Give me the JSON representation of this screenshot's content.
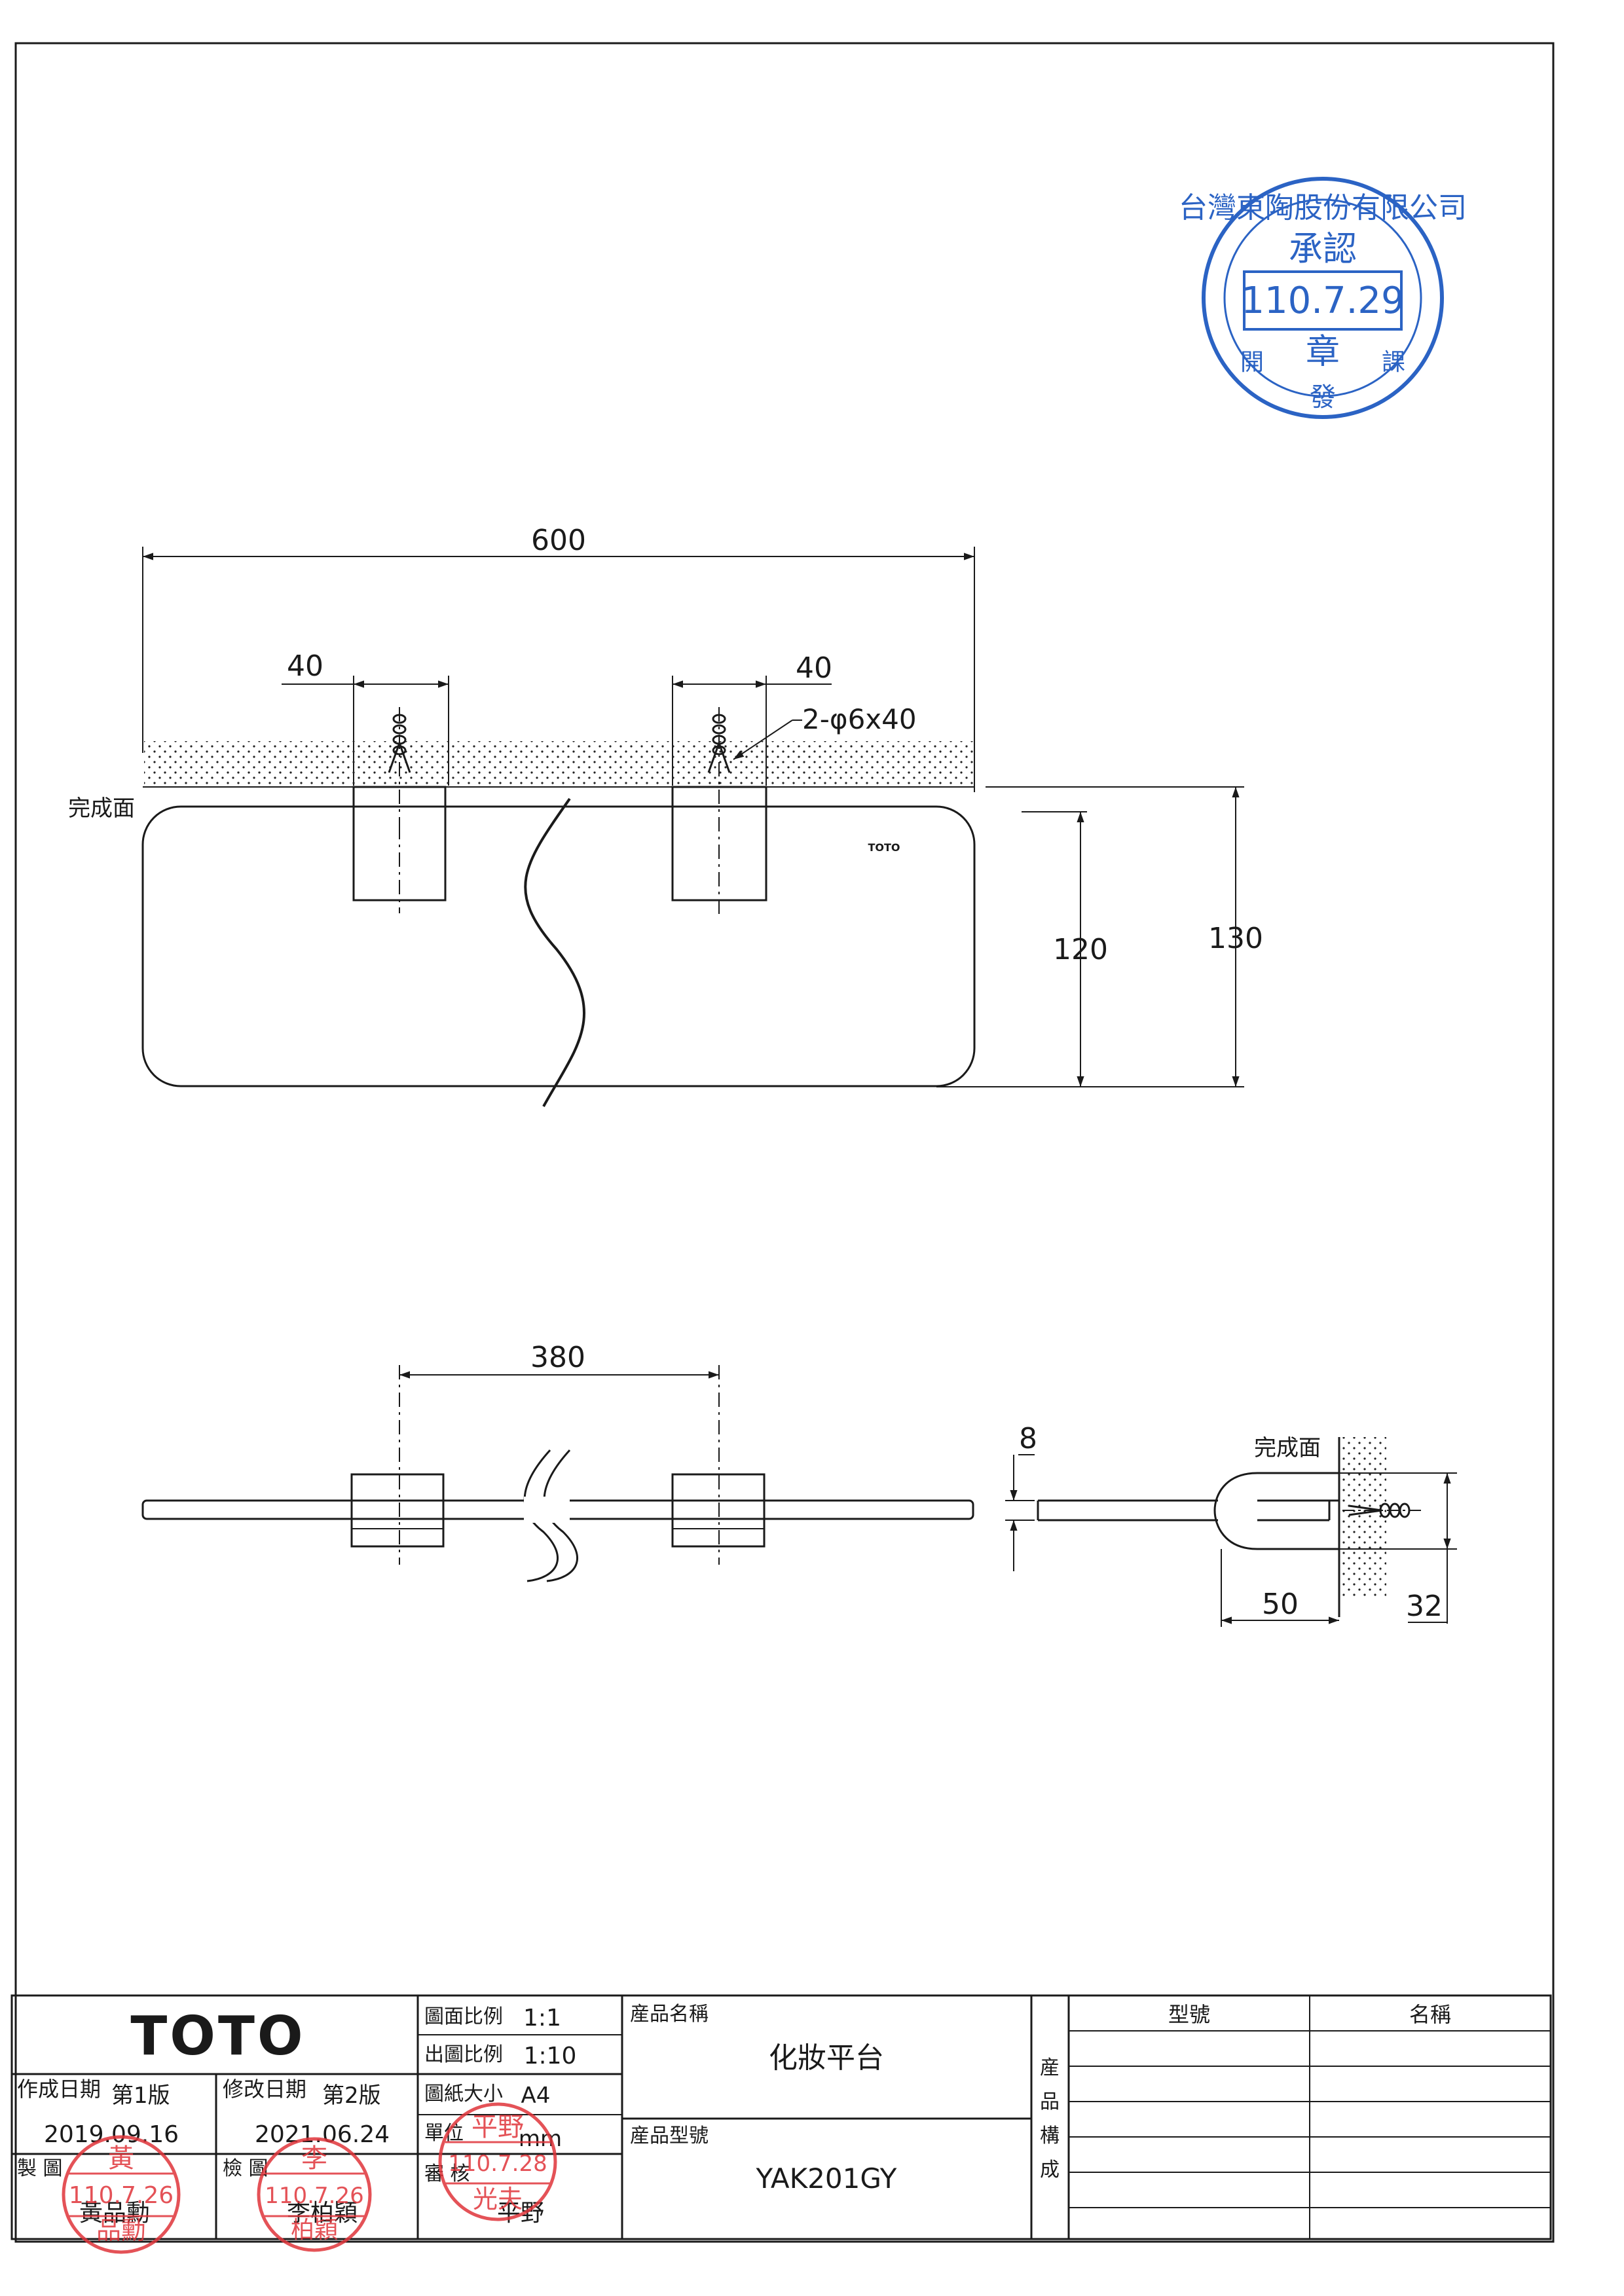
{
  "stamp_approval": {
    "company": "台灣東陶股份有限公司",
    "title": "承認",
    "date": "110.7.29",
    "center": "章",
    "bottom": "發",
    "left": "開",
    "right": "課"
  },
  "dims": {
    "width": "600",
    "bracket_left": "40",
    "bracket_right": "40",
    "anchor": "2-φ6x40",
    "finish_surface": "完成面",
    "brand_mark": "TOTO",
    "h120": "120",
    "h130": "130",
    "spacing": "380",
    "thickness": "8",
    "depth": "50",
    "bracket_h": "32"
  },
  "title_block": {
    "logo": "TOTO",
    "scale_label": "圖面比例",
    "scale_value": "1:1",
    "out_scale_label": "出圖比例",
    "out_scale_value": "1:10",
    "paper_label": "圖紙大小",
    "paper_value": "A4",
    "unit_label": "單位",
    "unit_value": "mm",
    "created_label": "作成日期",
    "created_version": "第1版",
    "created_date": "2019.09.16",
    "modified_label": "修改日期",
    "modified_version": "第2版",
    "modified_date": "2021.06.24",
    "drawn_label": "製 圖",
    "drawn_name": "黃品勳",
    "checked_label": "檢 圖",
    "checked_name": "李柏穎",
    "approved_label": "審 核",
    "approved_name": "平野",
    "product_name_label": "産品名稱",
    "product_name": "化妝平台",
    "product_model_label": "産品型號",
    "product_model": "YAK201GY",
    "composition_label": [
      "産",
      "品",
      "構",
      "成"
    ],
    "model_col": "型號",
    "name_col": "名稱"
  },
  "stamps": {
    "drawn": {
      "top": "黃",
      "date": "110.7.26",
      "bottom": "品勳"
    },
    "checked": {
      "top": "李",
      "date": "110.7.26",
      "bottom": "柏穎"
    },
    "approved": {
      "top": "平野",
      "date": "110.7.28",
      "bottom": "光夫"
    }
  },
  "colors": {
    "line": "#1a1a1a",
    "approval_stamp": "#2b63c4",
    "person_stamp": "#e0353a"
  }
}
